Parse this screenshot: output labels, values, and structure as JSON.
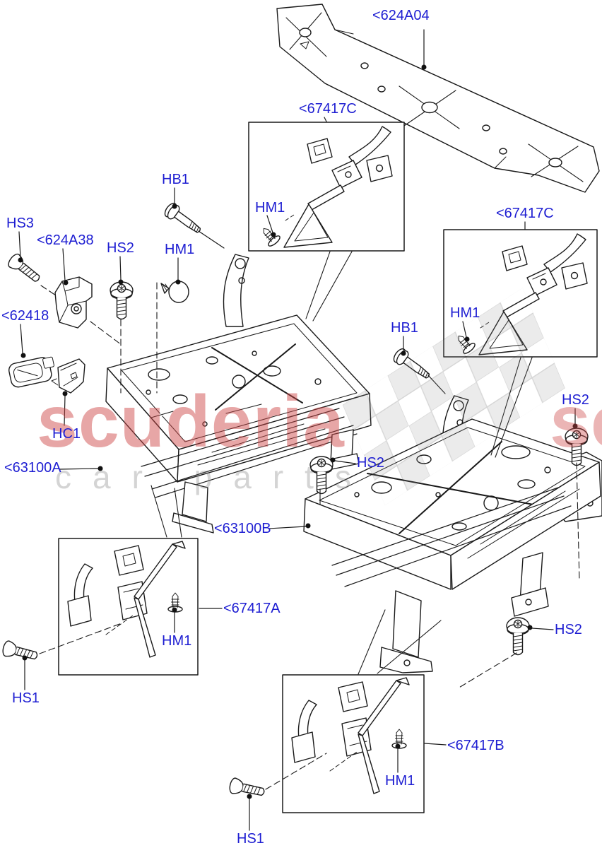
{
  "diagram": {
    "type": "exploded-parts-diagram",
    "subject": "front seat tracks and frames with fixings"
  },
  "colors": {
    "label_blue": "#1e1ed2",
    "line_black": "#1a1a1a",
    "watermark_red": "rgba(205,70,70,0.48)",
    "watermark_grey": "rgba(120,120,120,0.32)",
    "background": "#ffffff"
  },
  "watermark": {
    "brand": "scuderia",
    "tagline": "car parts"
  },
  "labels": {
    "p624A04": "<624A04",
    "p67417C": "<67417C",
    "p624A38": "<624A38",
    "p62418": "<62418",
    "p63100A": "<63100A",
    "p63100B": "<63100B",
    "p67417A": "<67417A",
    "p67417B": "<67417B",
    "hb1": "HB1",
    "hs1": "HS1",
    "hs2": "HS2",
    "hs3": "HS3",
    "hm1": "HM1",
    "hc1": "HC1"
  }
}
